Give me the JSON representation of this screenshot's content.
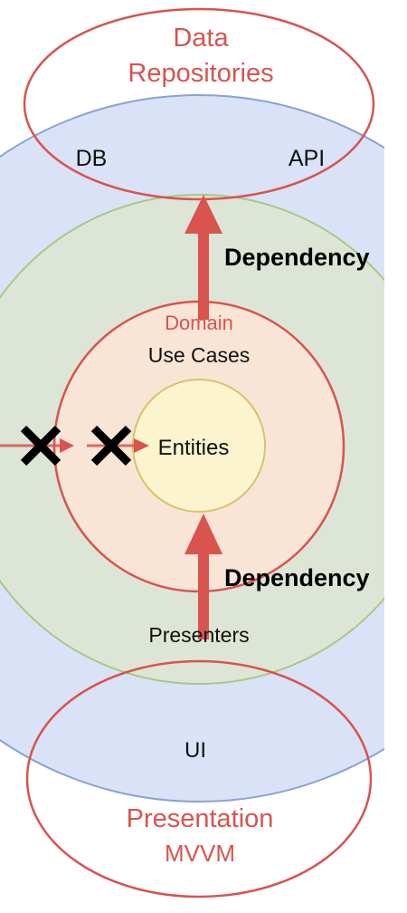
{
  "repositories": {
    "title_line1": "Data",
    "title_line2": "Repositories",
    "left_label": "DB",
    "right_label": "API"
  },
  "domain": {
    "title": "Domain",
    "use_cases": "Use Cases",
    "entities": "Entities"
  },
  "presenters": {
    "label": "Presenters"
  },
  "presentation": {
    "ui_label": "UI",
    "title_line1": "Presentation",
    "title_line2": "MVVM"
  },
  "arrows": {
    "top_label": "Dependency",
    "bottom_label": "Dependency"
  },
  "colors": {
    "outer_blue": "#d9e2f6",
    "green": "#dde6d6",
    "peach": "#f9e5d6",
    "yellow": "#fbf4cf",
    "red": "#d9534f",
    "blue_stroke": "#8aa0d8",
    "green_stroke": "#a9c78a",
    "yellow_stroke": "#d8c36a"
  }
}
